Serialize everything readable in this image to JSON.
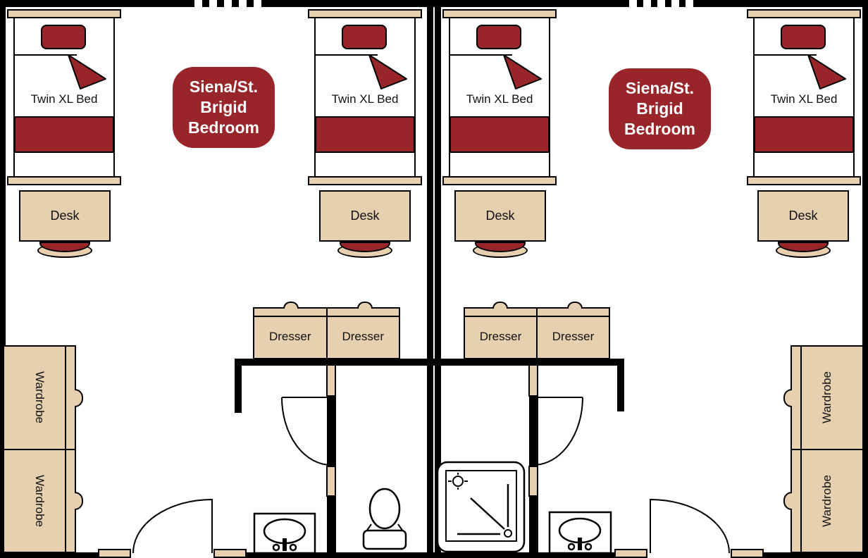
{
  "title": "Siena/St. Brigid Bedroom floor plan",
  "palette": {
    "accent_red": "#97252a",
    "tan": "#e6d0b0",
    "wall": "#000000",
    "bg": "#ffffff"
  },
  "room_label": {
    "lines": [
      "Siena/St.",
      "Brigid",
      "Bedroom"
    ]
  },
  "furniture": {
    "bed": "Twin XL Bed",
    "desk": "Desk",
    "dresser": "Dresser",
    "wardrobe": "Wardrobe"
  },
  "fixture_icons": [
    "window-icon",
    "entry-door-icon",
    "interior-door-icon",
    "toilet-icon",
    "sink-icon",
    "shower-icon",
    "desk-chair-icon"
  ]
}
